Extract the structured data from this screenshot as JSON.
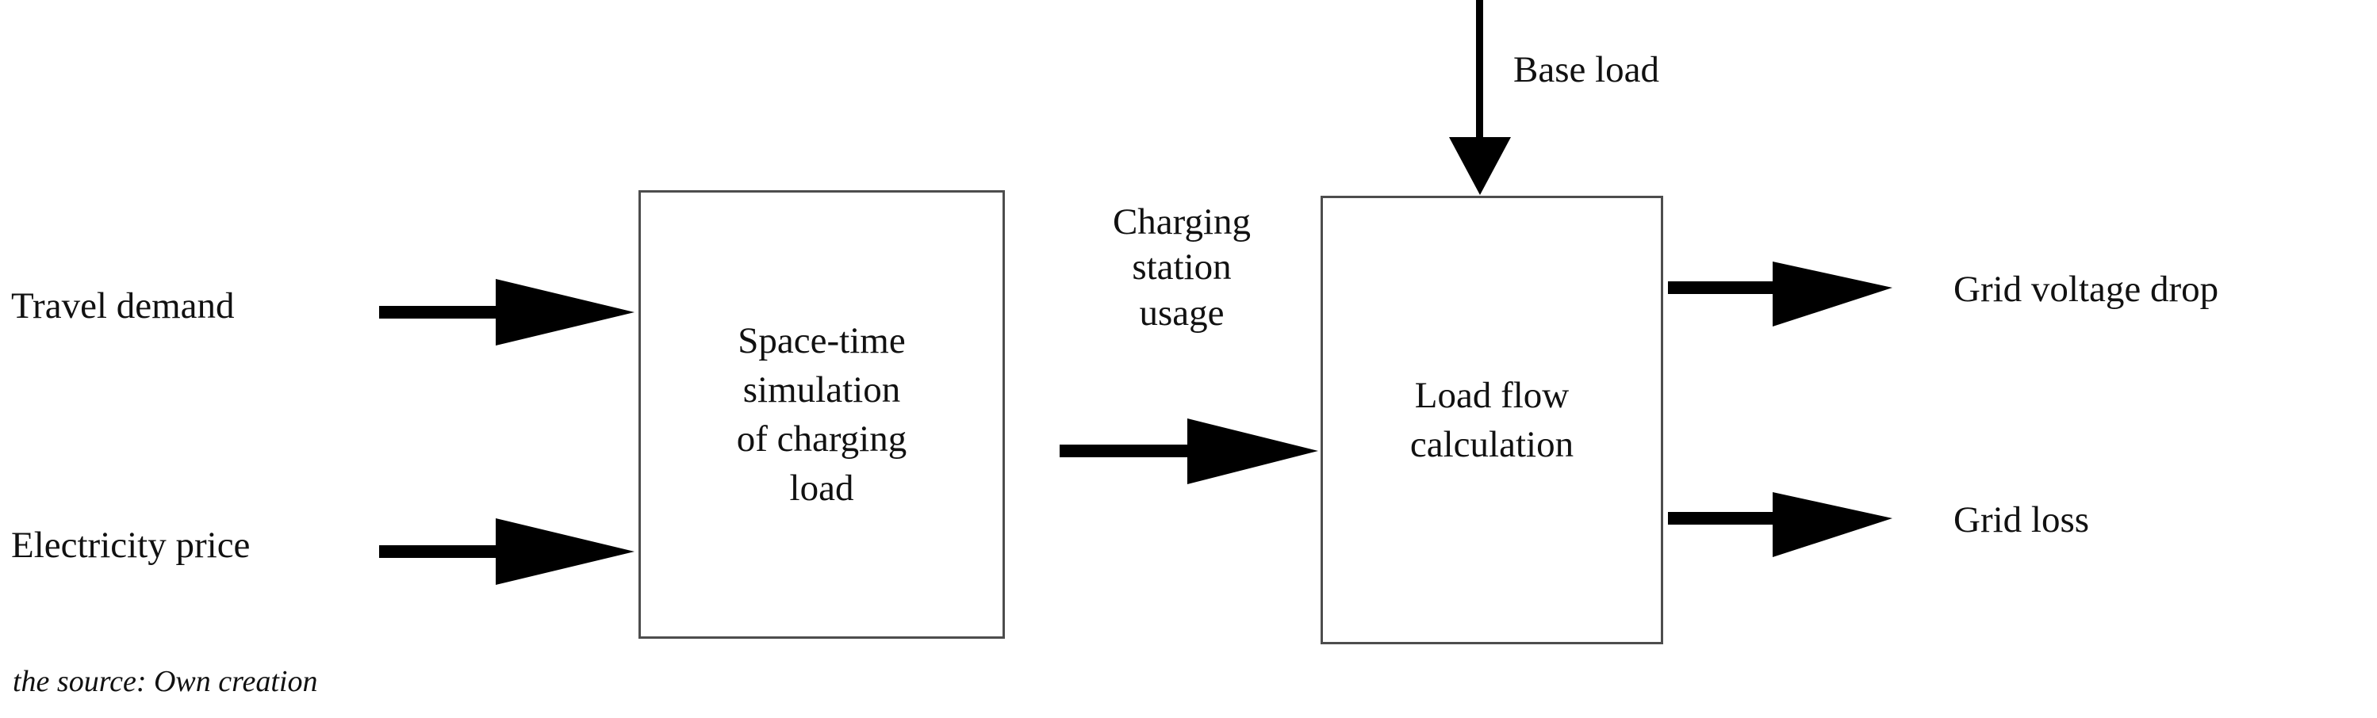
{
  "figure": {
    "type": "flowchart-block-diagram",
    "caption": "the source: Own creation",
    "colors": {
      "background": "#ffffff",
      "box_border": "#4d4d4d",
      "arrow": "#000000",
      "text": "#111111"
    }
  },
  "inputs": [
    {
      "id": "travel-demand",
      "label": "Travel demand"
    },
    {
      "id": "electricity-price",
      "label": "Electricity price"
    },
    {
      "id": "base-load",
      "label": "Base load"
    }
  ],
  "boxes": [
    {
      "id": "space-time",
      "lines": [
        "Space-time",
        "simulation",
        "of charging",
        "load"
      ],
      "full_text": "Space-time simulation of charging load"
    },
    {
      "id": "load-flow",
      "lines": [
        "Load flow",
        "calculation"
      ],
      "full_text": "Load flow calculation"
    }
  ],
  "intermediate": {
    "id": "charging-station-usage",
    "lines": [
      "Charging",
      "station",
      "usage"
    ],
    "full_text": "Charging station usage"
  },
  "outputs": [
    {
      "id": "grid-voltage-drop",
      "label": "Grid voltage drop"
    },
    {
      "id": "grid-loss",
      "label": "Grid loss"
    }
  ],
  "arrows": [
    {
      "id": "travel-demand-to-space-time",
      "direction": "right"
    },
    {
      "id": "electricity-price-to-space-time",
      "direction": "right"
    },
    {
      "id": "space-time-to-load-flow",
      "direction": "right"
    },
    {
      "id": "base-load-to-load-flow",
      "direction": "down"
    },
    {
      "id": "load-flow-to-grid-voltage-drop",
      "direction": "right"
    },
    {
      "id": "load-flow-to-grid-loss",
      "direction": "right"
    }
  ]
}
